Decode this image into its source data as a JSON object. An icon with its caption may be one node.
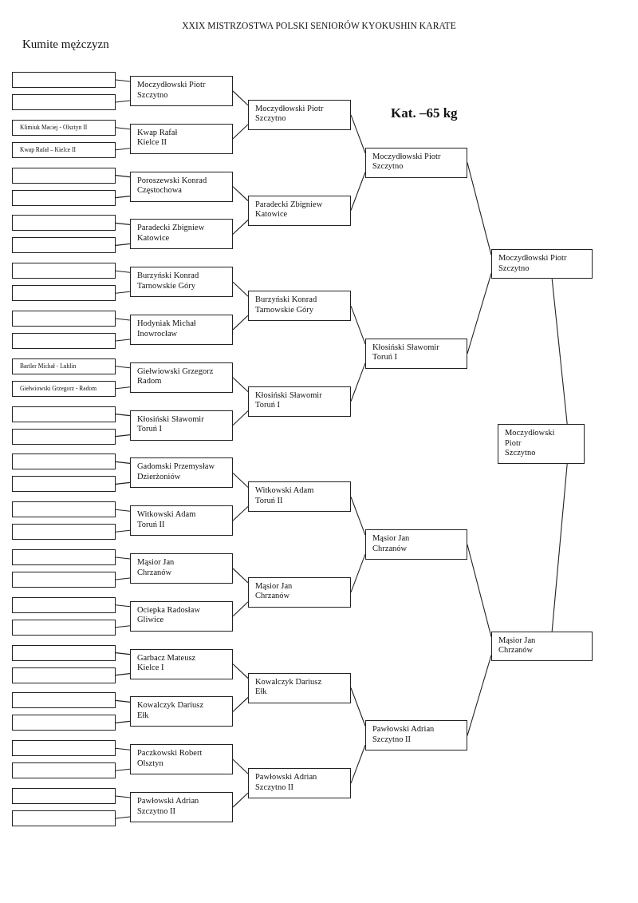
{
  "diagram": {
    "title": "XXIX MISTRZOSTWA POLSKI SENIORÓW KYOKUSHIN KARATE",
    "nodes": [
      {
        "text": [],
        "shape": "box"
      },
      {
        "text": [],
        "shape": "box"
      },
      {
        "text": [
          "Klimiuk Maciej - Olsztyn II"
        ]
      },
      {
        "text": [
          "Kwap Rafał – Kielce II"
        ]
      },
      {
        "text": [],
        "shape": "box"
      },
      {
        "text": [],
        "shape": "box"
      },
      {
        "text": [],
        "shape": "box"
      },
      {
        "text": [],
        "shape": "box"
      },
      {
        "text": [],
        "shape": "box"
      },
      {
        "text": [],
        "shape": "box"
      },
      {
        "text": [],
        "shape": "box"
      },
      {
        "text": [],
        "shape": "box"
      },
      {
        "text": [
          "Bartler Michał - Lublin"
        ]
      },
      {
        "text": [
          "Giełwiowski Grzegorz - Radom"
        ]
      },
      {
        "text": [],
        "shape": "box"
      },
      {
        "text": [],
        "shape": "box"
      },
      {
        "text": [],
        "shape": "box"
      },
      {
        "text": [],
        "shape": "box"
      },
      {
        "text": [],
        "shape": "box"
      },
      {
        "text": [],
        "shape": "box"
      },
      {
        "text": [],
        "shape": "box"
      },
      {
        "text": [],
        "shape": "box"
      },
      {
        "text": [],
        "shape": "box"
      },
      {
        "text": [],
        "shape": "box"
      },
      {
        "text": [],
        "shape": "box"
      },
      {
        "text": [],
        "shape": "box"
      },
      {
        "text": [],
        "shape": "box"
      },
      {
        "text": [],
        "shape": "box"
      },
      {
        "text": [],
        "shape": "box"
      },
      {
        "text": [],
        "shape": "box"
      },
      {
        "text": [],
        "shape": "box"
      },
      {
        "text": [],
        "shape": "box"
      },
      {
        "text": [
          "Moczydłowski Piotr",
          "Szczytno"
        ]
      },
      {
        "text": [
          "Kwap Rafał",
          "Kielce II"
        ]
      },
      {
        "text": [
          "Poroszewski Konrad",
          "Częstochowa"
        ]
      },
      {
        "text": [
          "Paradecki Zbigniew",
          "Katowice"
        ]
      },
      {
        "text": [
          "Burzyński Konrad",
          "Tarnowskie Góry"
        ]
      },
      {
        "text": [
          "Hodyniak Michał",
          "Inowrocław"
        ]
      },
      {
        "text": [
          "Giełwiowski Grzegorz",
          "Radom"
        ]
      },
      {
        "text": [
          "Kłosiński Sławomir",
          "Toruń I"
        ]
      },
      {
        "text": [
          "Gadomski Przemysław",
          "Dzierżoniów"
        ]
      },
      {
        "text": [
          "Witkowski Adam",
          "Toruń II"
        ]
      },
      {
        "text": [
          "Mąsior Jan",
          "Chrzanów"
        ]
      },
      {
        "text": [
          "Ociepka Radosław",
          "Gliwice"
        ]
      },
      {
        "text": [
          "Garbacz Mateusz",
          "Kielce I"
        ]
      },
      {
        "text": [
          "Kowalczyk Dariusz",
          "Ełk"
        ]
      },
      {
        "text": [
          "Paczkowski Robert",
          "Olsztyn"
        ]
      },
      {
        "text": [
          "Pawłowski Adrian",
          "Szczytno II"
        ]
      },
      {
        "text": [
          "Moczydłowski Piotr",
          "Szczytno"
        ]
      },
      {
        "text": [
          "Paradecki Zbigniew",
          "Katowice"
        ]
      },
      {
        "text": [
          "Burzyński Konrad",
          "Tarnowskie Góry"
        ]
      },
      {
        "text": [
          "Kłosiński Sławomir",
          "Toruń I"
        ]
      },
      {
        "text": [
          "Witkowski Adam",
          "Toruń II"
        ]
      },
      {
        "text": [
          "Mąsior Jan",
          "Chrzanów"
        ]
      },
      {
        "text": [
          "Kowalczyk Dariusz",
          "Ełk"
        ]
      },
      {
        "text": [
          "Pawłowski Adrian",
          "Szczytno II"
        ]
      },
      {
        "text": [
          "Moczydłowski Piotr",
          "Szczytno"
        ]
      },
      {
        "text": [
          "Kłosiński Sławomir",
          "Toruń I"
        ]
      },
      {
        "text": [
          "Mąsior Jan",
          "Chrzanów"
        ]
      },
      {
        "text": [
          "Pawłowski Adrian",
          "Szczytno II"
        ]
      },
      {
        "text": [
          "Moczydłowski Piotr",
          "Szczytno"
        ]
      },
      {
        "text": [
          "Mąsior Jan",
          "Chrzanów"
        ]
      },
      {
        "text": [
          "Moczydłowski Piotr",
          "Szczytno"
        ]
      }
    ],
    "edges": [
      {
        "from": 0,
        "to": 32,
        "arrow": "none"
      },
      {
        "from": 1,
        "to": 32,
        "arrow": "none"
      },
      {
        "from": 2,
        "to": 33,
        "arrow": "none"
      },
      {
        "from": 3,
        "to": 33,
        "arrow": "none"
      },
      {
        "from": 4,
        "to": 34,
        "arrow": "none"
      },
      {
        "from": 5,
        "to": 34,
        "arrow": "none"
      },
      {
        "from": 6,
        "to": 35,
        "arrow": "none"
      },
      {
        "from": 7,
        "to": 35,
        "arrow": "none"
      },
      {
        "from": 8,
        "to": 36,
        "arrow": "none"
      },
      {
        "from": 9,
        "to": 36,
        "arrow": "none"
      },
      {
        "from": 10,
        "to": 37,
        "arrow": "none"
      },
      {
        "from": 11,
        "to": 37,
        "arrow": "none"
      },
      {
        "from": 12,
        "to": 38,
        "arrow": "none"
      },
      {
        "from": 13,
        "to": 38,
        "arrow": "none"
      },
      {
        "from": 14,
        "to": 39,
        "arrow": "none"
      },
      {
        "from": 15,
        "to": 39,
        "arrow": "none"
      },
      {
        "from": 16,
        "to": 40,
        "arrow": "none"
      },
      {
        "from": 17,
        "to": 40,
        "arrow": "none"
      },
      {
        "from": 18,
        "to": 41,
        "arrow": "none"
      },
      {
        "from": 19,
        "to": 41,
        "arrow": "none"
      },
      {
        "from": 20,
        "to": 42,
        "arrow": "none"
      },
      {
        "from": 21,
        "to": 42,
        "arrow": "none"
      },
      {
        "from": 22,
        "to": 43,
        "arrow": "none"
      },
      {
        "from": 23,
        "to": 43,
        "arrow": "none"
      },
      {
        "from": 24,
        "to": 44,
        "arrow": "none"
      },
      {
        "from": 25,
        "to": 44,
        "arrow": "none"
      },
      {
        "from": 26,
        "to": 45,
        "arrow": "none"
      },
      {
        "from": 27,
        "to": 45,
        "arrow": "none"
      },
      {
        "from": 28,
        "to": 46,
        "arrow": "none"
      },
      {
        "from": 29,
        "to": 46,
        "arrow": "none"
      },
      {
        "from": 30,
        "to": 47,
        "arrow": "none"
      },
      {
        "from": 31,
        "to": 47,
        "arrow": "none"
      },
      {
        "from": 32,
        "to": 48,
        "arrow": "none"
      },
      {
        "from": 33,
        "to": 48,
        "arrow": "none"
      },
      {
        "from": 34,
        "to": 49,
        "arrow": "none"
      },
      {
        "from": 35,
        "to": 49,
        "arrow": "none"
      },
      {
        "from": 36,
        "to": 50,
        "arrow": "none"
      },
      {
        "from": 37,
        "to": 50,
        "arrow": "none"
      },
      {
        "from": 38,
        "to": 51,
        "arrow": "none"
      },
      {
        "from": 39,
        "to": 51,
        "arrow": "none"
      },
      {
        "from": 40,
        "to": 52,
        "arrow": "none"
      },
      {
        "from": 41,
        "to": 52,
        "arrow": "none"
      },
      {
        "from": 42,
        "to": 53,
        "arrow": "none"
      },
      {
        "from": 43,
        "to": 53,
        "arrow": "none"
      },
      {
        "from": 44,
        "to": 54,
        "arrow": "none"
      },
      {
        "from": 45,
        "to": 54,
        "arrow": "none"
      },
      {
        "from": 46,
        "to": 55,
        "arrow": "none"
      },
      {
        "from": 47,
        "to": 55,
        "arrow": "none"
      },
      {
        "from": 48,
        "to": 56,
        "arrow": "none"
      },
      {
        "from": 49,
        "to": 56,
        "arrow": "none"
      },
      {
        "from": 50,
        "to": 57,
        "arrow": "none"
      },
      {
        "from": 51,
        "to": 57,
        "arrow": "none"
      },
      {
        "from": 52,
        "to": 58,
        "arrow": "none"
      },
      {
        "from": 53,
        "to": 58,
        "arrow": "none"
      },
      {
        "from": 54,
        "to": 59,
        "arrow": "none"
      },
      {
        "from": 55,
        "to": 59,
        "arrow": "none"
      },
      {
        "from": 56,
        "to": 60,
        "arrow": "none"
      },
      {
        "from": 57,
        "to": 60,
        "arrow": "none"
      },
      {
        "from": 58,
        "to": 61,
        "arrow": "none"
      },
      {
        "from": 59,
        "to": 61,
        "arrow": "none"
      },
      {
        "from": 60,
        "to": 62,
        "arrow": "none"
      },
      {
        "from": 61,
        "to": 62,
        "arrow": "none"
      }
    ],
    "labels": [
      "Kumite mężczyzn",
      "Kat. –65 kg"
    ]
  }
}
